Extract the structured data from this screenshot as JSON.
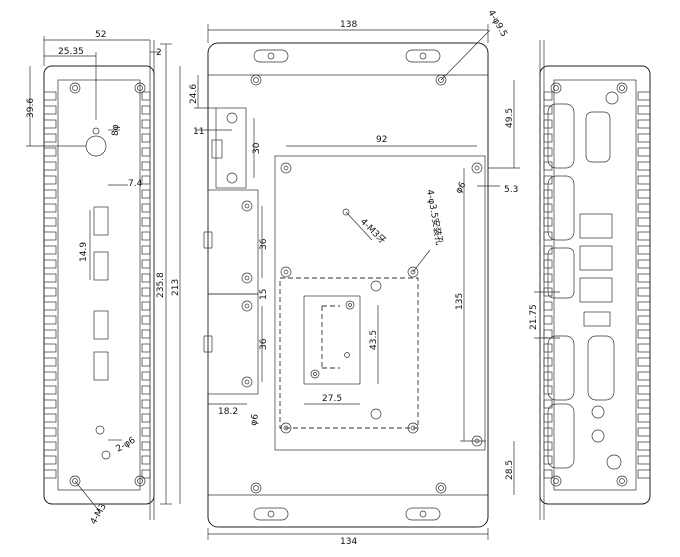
{
  "drawing": {
    "left_view": {
      "dims": {
        "width": "52",
        "offset": "25.35",
        "edge": "2",
        "top": "39.6",
        "hole_dia": "8φ",
        "slot_w": "7.4",
        "slot_h": "14.9",
        "total_h": "235.8",
        "inner_h": "213",
        "small_hole": "2-φ6",
        "screws": "4-M3"
      }
    },
    "front_view": {
      "dims": {
        "width_top": "138",
        "slot_holes": "4-φ9.5",
        "top_off": "24.6",
        "bracket_w": "11",
        "bracket_h": "30",
        "hole_spacing": "92",
        "right_off": "49.5",
        "hole_dia": "φ6",
        "side_off": "5.3",
        "mount_spec": "4-φ3.5安装孔",
        "m3": "4-M3牙",
        "port_h1": "36",
        "port_gap": "15",
        "port_h2": "36",
        "inner_h": "135",
        "center_h": "43.5",
        "center_w": "27.5",
        "port_off": "18.2",
        "port_hole": "φ6",
        "bottom_off": "28.5",
        "width_bottom": "134"
      }
    },
    "right_view": {
      "dims": {
        "port_off": "21.75"
      }
    }
  }
}
